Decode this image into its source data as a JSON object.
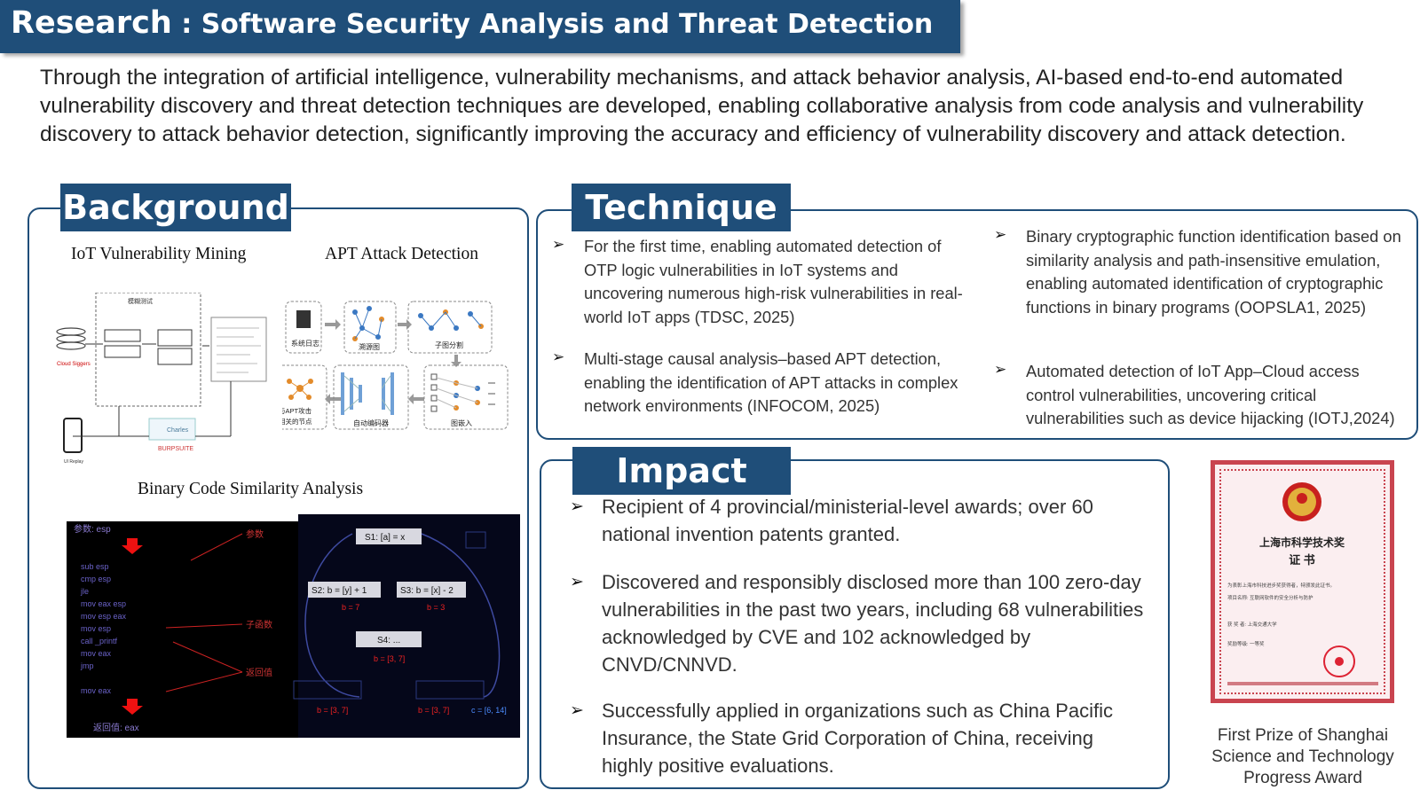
{
  "title": {
    "main": "Research",
    "sub": " : Software Security Analysis and Threat Detection"
  },
  "intro": "Through the integration of artificial intelligence, vulnerability mechanisms, and attack behavior analysis, AI-based end-to-end automated vulnerability discovery and threat detection techniques are developed, enabling collaborative analysis from code analysis and vulnerability discovery to attack behavior detection, significantly improving the accuracy and efficiency of vulnerability discovery and attack detection.",
  "background": {
    "header": "Background",
    "iot_label": "IoT Vulnerability Mining",
    "apt_label": "APT Attack Detection",
    "binary_label": "Binary Code Similarity Analysis",
    "iot_fig": {
      "cloud": "Cloud Siggers",
      "charles": "Charles",
      "burp": "BURPSUITE",
      "replay": "UI Replay",
      "fuzz": "模糊测试"
    },
    "apt_fig": {
      "syslog": "系统日志",
      "prov": "溯源图",
      "subgraph": "子图分割",
      "nodes1": "与APT攻击",
      "nodes2": "相关的节点",
      "ae": "自动编码器",
      "embed": "图嵌入"
    },
    "bin_fig": {
      "params_head": "参数: esp",
      "code": [
        "sub  esp",
        "cmp  esp",
        "jle",
        "mov  eax  esp",
        "mov  esp  eax",
        "mov  esp",
        "call _printf",
        "mov  eax",
        "jmp",
        "mov  eax"
      ],
      "ret": "返回值: eax",
      "ann_params": "参数",
      "ann_sub": "子函数",
      "ann_ret": "返回值",
      "s1": "S1: [a] = x",
      "s2": "S2: b = [y] + 1",
      "s3": "S3: b = [x] - 2",
      "s4": "S4: ...",
      "b7": "b = 7",
      "b3": "b = 3",
      "b37": "b = [3, 7]",
      "b37b": "b = [3, 7]",
      "b37c": "b = [3, 7]",
      "c614": "c = [6, 14]"
    }
  },
  "technique": {
    "header": "Technique",
    "bullets": [
      "For the first time, enabling automated detection of OTP logic vulnerabilities in IoT systems and uncovering numerous high-risk vulnerabilities in real-world IoT apps (TDSC, 2025)",
      "Multi-stage causal analysis–based APT detection, enabling the identification of APT attacks in complex network environments (INFOCOM, 2025)",
      "Binary cryptographic function identification based on similarity analysis and path-insensitive emulation, enabling automated identification of cryptographic functions in binary programs (OOPSLA1, 2025)",
      "Automated detection of IoT App–Cloud access control vulnerabilities, uncovering critical vulnerabilities such as device hijacking (IOTJ,2024)"
    ]
  },
  "impact": {
    "header": "Impact",
    "bullets": [
      "Recipient of 4 provincial/ministerial-level awards; over 60 national invention patents granted.",
      "Discovered and responsibly disclosed more than 100 zero-day vulnerabilities in the past two years, including 68 vulnerabilities acknowledged by CVE and 102 acknowledged by CNVD/CNNVD.",
      "Successfully applied in organizations such as China Pacific Insurance, the State Grid Corporation of China, receiving highly positive evaluations."
    ]
  },
  "certificate": {
    "title": "上海市科学技术奖",
    "sub": "证  书",
    "l1": "为表彰上海市科技进步奖获得者，特颁发此证书。",
    "l2": "项目名称: 互联网软件的安全分析与防护",
    "l3": "获 奖 者: 上海交通大学",
    "l4": "奖励等级: 一等奖",
    "caption": "First Prize of Shanghai Science and Technology Progress Award"
  },
  "arrow_glyph": "➢",
  "colors": {
    "navy": "#1f4e79",
    "cert_red": "#c9444f"
  }
}
